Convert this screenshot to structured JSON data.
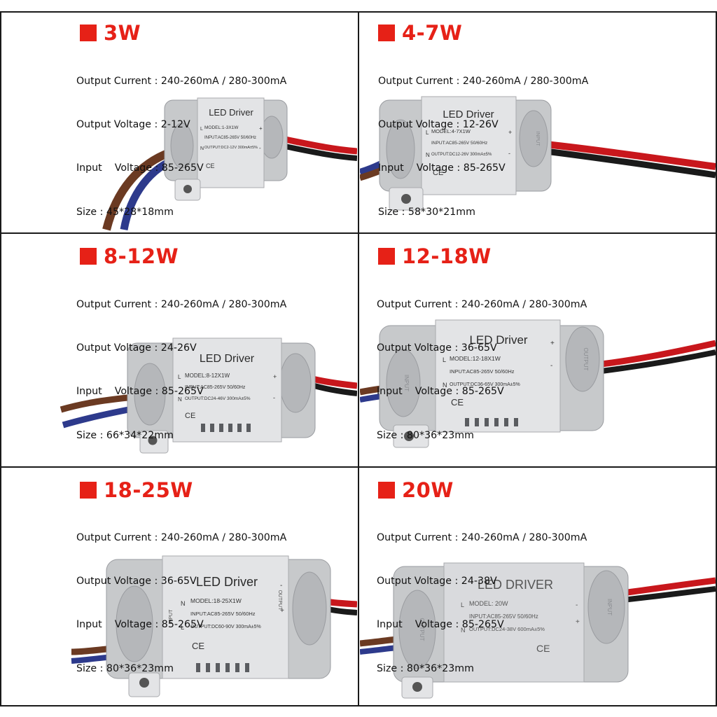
{
  "colors": {
    "accent": "#e62117",
    "housing": "#c7c9cb",
    "wire_blue": "#2d3a8c",
    "wire_brown": "#6b3a22",
    "wire_red": "#c8171c"
  },
  "panels": [
    {
      "title": "3W",
      "specs": {
        "current": "Output Current : 240-260mA / 280-300mA",
        "voltage": "Output Voltage : 2-12V",
        "input": "Input    Voltage : 85-265V",
        "size": "Size : 45*28*18mm"
      },
      "label": {
        "heading": "LED Driver",
        "model": "MODEL:1-3X1W",
        "input": "INPUT:AC85-265V 50/60Hz",
        "output": "OUTPUT:DC2-12V 300mA±5%"
      }
    },
    {
      "title": "4-7W",
      "specs": {
        "current": "Output Current : 240-260mA / 280-300mA",
        "voltage": "Output Voltage : 12-26V",
        "input": "Input    Voltage : 85-265V",
        "size": "Size : 58*30*21mm"
      },
      "label": {
        "heading": "LED Driver",
        "model": "MODEL:4-7X1W",
        "input": "INPUT:AC85-265V 50/60Hz",
        "output": "OUTPUT:DC12-26V 300mA±5%"
      }
    },
    {
      "title": "8-12W",
      "specs": {
        "current": "Output Current : 240-260mA / 280-300mA",
        "voltage": "Output Voltage : 24-26V",
        "input": "Input    Voltage : 85-265V",
        "size": "Size : 66*34*22mm"
      },
      "label": {
        "heading": "LED Driver",
        "model": "MODEL:8-12X1W",
        "input": "INPUT:AC85-265V 50/60Hz",
        "output": "OUTPUT:DC24-46V 300mA±5%"
      }
    },
    {
      "title": "12-18W",
      "specs": {
        "current": "Output Current : 240-260mA / 280-300mA",
        "voltage": "Output Voltage : 36-65V",
        "input": "Input    Voltage : 85-265V",
        "size": "Size : 80*36*23mm"
      },
      "label": {
        "heading": "LED Driver",
        "model": "MODEL:12-18X1W",
        "input": "INPUT:AC85-265V 50/60Hz",
        "output": "OUTPUT:DC36-65V 300mA±5%"
      }
    },
    {
      "title": "18-25W",
      "specs": {
        "current": "Output Current : 240-260mA / 280-300mA",
        "voltage": "Output Voltage : 36-65V",
        "input": "Input    Voltage : 85-265V",
        "size": "Size : 80*36*23mm"
      },
      "label": {
        "heading": "LED  Driver",
        "model": "MODEL:18-25X1W",
        "input": "INPUT:AC85-265V 50/60Hz",
        "output": "OUTPUT:DC60-90V 300mA±5%"
      }
    },
    {
      "title": "20W",
      "specs": {
        "current": "Output Current : 240-260mA / 280-300mA",
        "voltage": "Output Voltage : 24-38V",
        "input": "Input    Voltage : 85-265V",
        "size": "Size : 80*36*23mm"
      },
      "label": {
        "heading": "LED DRIVER",
        "model": "MODEL: 20W",
        "input": "INPUT:AC85-265V 50/60Hz",
        "output": "OUTPUT:DC24-38V 600mA±5%"
      }
    }
  ],
  "housing_marks": {
    "l": "L",
    "n": "N",
    "plus": "+",
    "minus": "-",
    "input_side": "INPUT",
    "output_side": "OUTPUT",
    "ce": "CE"
  }
}
